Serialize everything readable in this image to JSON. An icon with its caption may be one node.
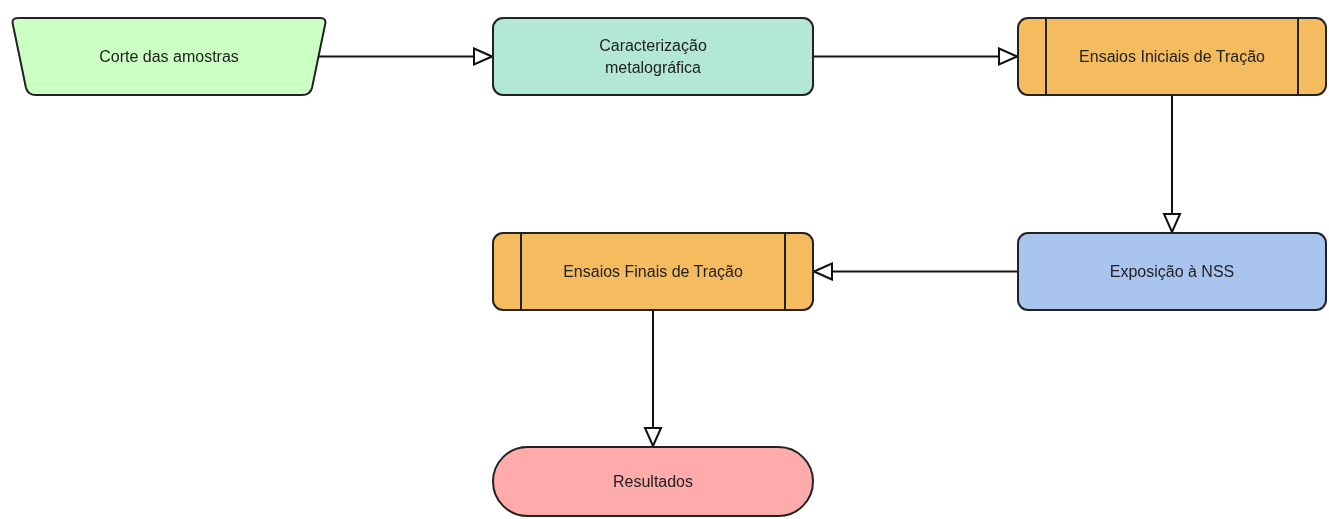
{
  "diagram": {
    "nodes": [
      {
        "text": [
          "Corte das amostras"
        ]
      },
      {
        "text": [
          "Caracterização metalográfica"
        ]
      },
      {
        "text": [
          "Ensaios Iniciais de Tração"
        ]
      },
      {
        "text": [
          "Exposição à NSS"
        ]
      },
      {
        "text": [
          "Ensaios Finais de Tração"
        ]
      },
      {
        "text": [
          "Resultados"
        ]
      }
    ],
    "edges": [
      {
        "from": 0,
        "to": 1,
        "arrow": "to"
      },
      {
        "from": 1,
        "to": 2,
        "arrow": "to"
      },
      {
        "from": 2,
        "to": 3,
        "arrow": "to"
      },
      {
        "from": 3,
        "to": 4,
        "arrow": "to"
      },
      {
        "from": 4,
        "to": 5,
        "arrow": "to"
      }
    ]
  }
}
